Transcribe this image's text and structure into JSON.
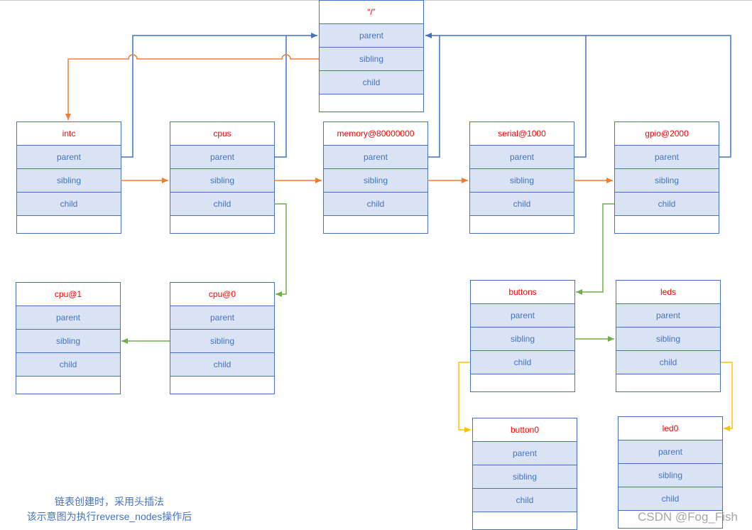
{
  "nodes": [
    {
      "name": "“/”"
    },
    {
      "name": "intc"
    },
    {
      "name": "cpus"
    },
    {
      "name": "memory@80000000"
    },
    {
      "name": "serial@1000"
    },
    {
      "name": "gpio@2000"
    },
    {
      "name": "cpu@1"
    },
    {
      "name": "cpu@0"
    },
    {
      "name": "buttons"
    },
    {
      "name": "leds"
    },
    {
      "name": "button0"
    },
    {
      "name": "led0"
    }
  ],
  "field_labels": [
    "parent",
    "sibling",
    "child"
  ],
  "caption": {
    "line1": "链表创建时，采用头插法",
    "line2": "该示意图为执行reverse_nodes操作后"
  },
  "watermark": "CSDN @Fog_Fish",
  "colors": {
    "box_border": "#4472c4",
    "field_fill": "#dae3f3",
    "node_title_text": "#ff0000",
    "field_text": "#4472c4",
    "parent_link": "#4472c4",
    "sibling_link": "#ed7d31",
    "child_link_green": "#70ad47",
    "child_link_gold": "#ffc000",
    "caption_text": "#4472c4"
  }
}
